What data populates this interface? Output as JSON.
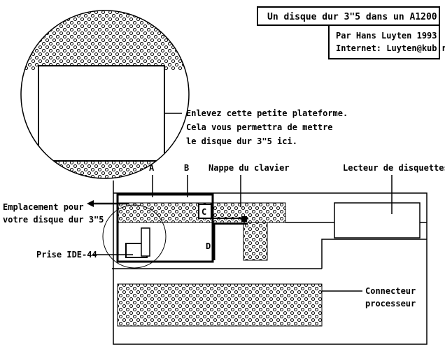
{
  "title": "Un disque dur 3\"5 dans un A1200",
  "credits": {
    "author": "Par Hans Luyten 1993",
    "internet": "Internet: Luyten@kub.nl"
  },
  "instruction": [
    "Enlevez cette petite plateforme.",
    "Cela vous permettra de mettre",
    "le disque dur 3\"5 ici."
  ],
  "markers": {
    "a": "A",
    "b": "B",
    "c": "C",
    "d": "D"
  },
  "labels": {
    "keyboard_ribbon": "Nappe du clavier",
    "floppy_drive": "Lecteur de disquettes",
    "location": [
      "Emplacement pour",
      "votre disque dur 3\"5"
    ],
    "ide": "Prise IDE-44",
    "cpu_connector": [
      "Connecteur",
      "processeur"
    ]
  }
}
